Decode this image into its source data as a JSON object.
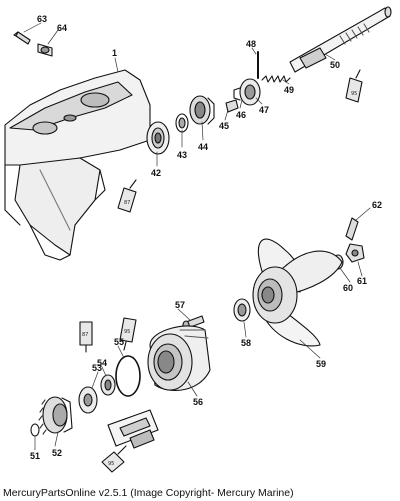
{
  "diagram": {
    "part_numbers": [
      "1",
      "42",
      "43",
      "44",
      "45",
      "46",
      "47",
      "48",
      "49",
      "50",
      "51",
      "52",
      "53",
      "54",
      "55",
      "56",
      "57",
      "58",
      "59",
      "60",
      "61",
      "62",
      "63",
      "64"
    ],
    "tube_tags": [
      "87",
      "95",
      "87",
      "95",
      "95"
    ]
  },
  "footer": {
    "caption": "MercuryPartsOnline v2.5.1 (Image Copyright- Mercury Marine)"
  }
}
